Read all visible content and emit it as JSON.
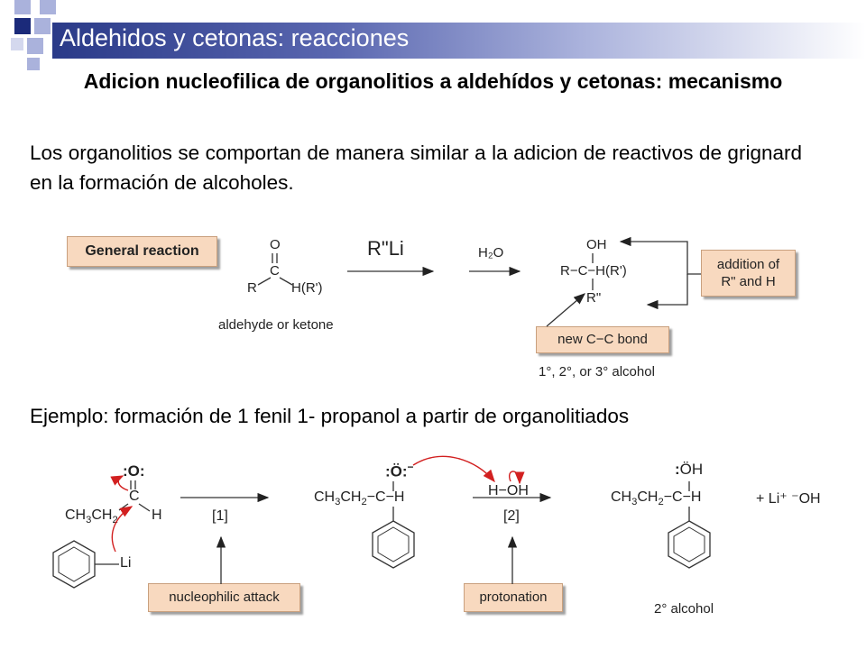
{
  "slide": {
    "title": "Aldehidos y cetonas: reacciones",
    "heading": "Adicion nucleofilica de organolitios a aldehídos y cetonas: mecanismo",
    "body": "Los organolitios se comportan de manera similar a la adicion de reactivos de grignard en la formación de alcoholes.",
    "example": "Ejemplo: formación de 1 fenil 1- propanol a partir de organolitiados"
  },
  "general_reaction": {
    "label": "General reaction",
    "reagent": "R\"Li",
    "water": "H₂O",
    "substrate_caption": "aldehyde or ketone",
    "addition_label_1": "addition of",
    "addition_label_2": "R\" and H",
    "new_bond_label": "new C−C bond",
    "product_caption": "1°, 2°, or 3° alcohol"
  },
  "mechanism": {
    "step1": "[1]",
    "step2": "[2]",
    "attack_label": "nucleophilic attack",
    "protonation_label": "protonation",
    "product_caption": "2° alcohol",
    "byproducts": "+ Li⁺ ⁻OH"
  },
  "colors": {
    "title_bar": "#2a3a88",
    "box_fill": "#f8d9bf",
    "curved_arrow": "#d22020"
  }
}
